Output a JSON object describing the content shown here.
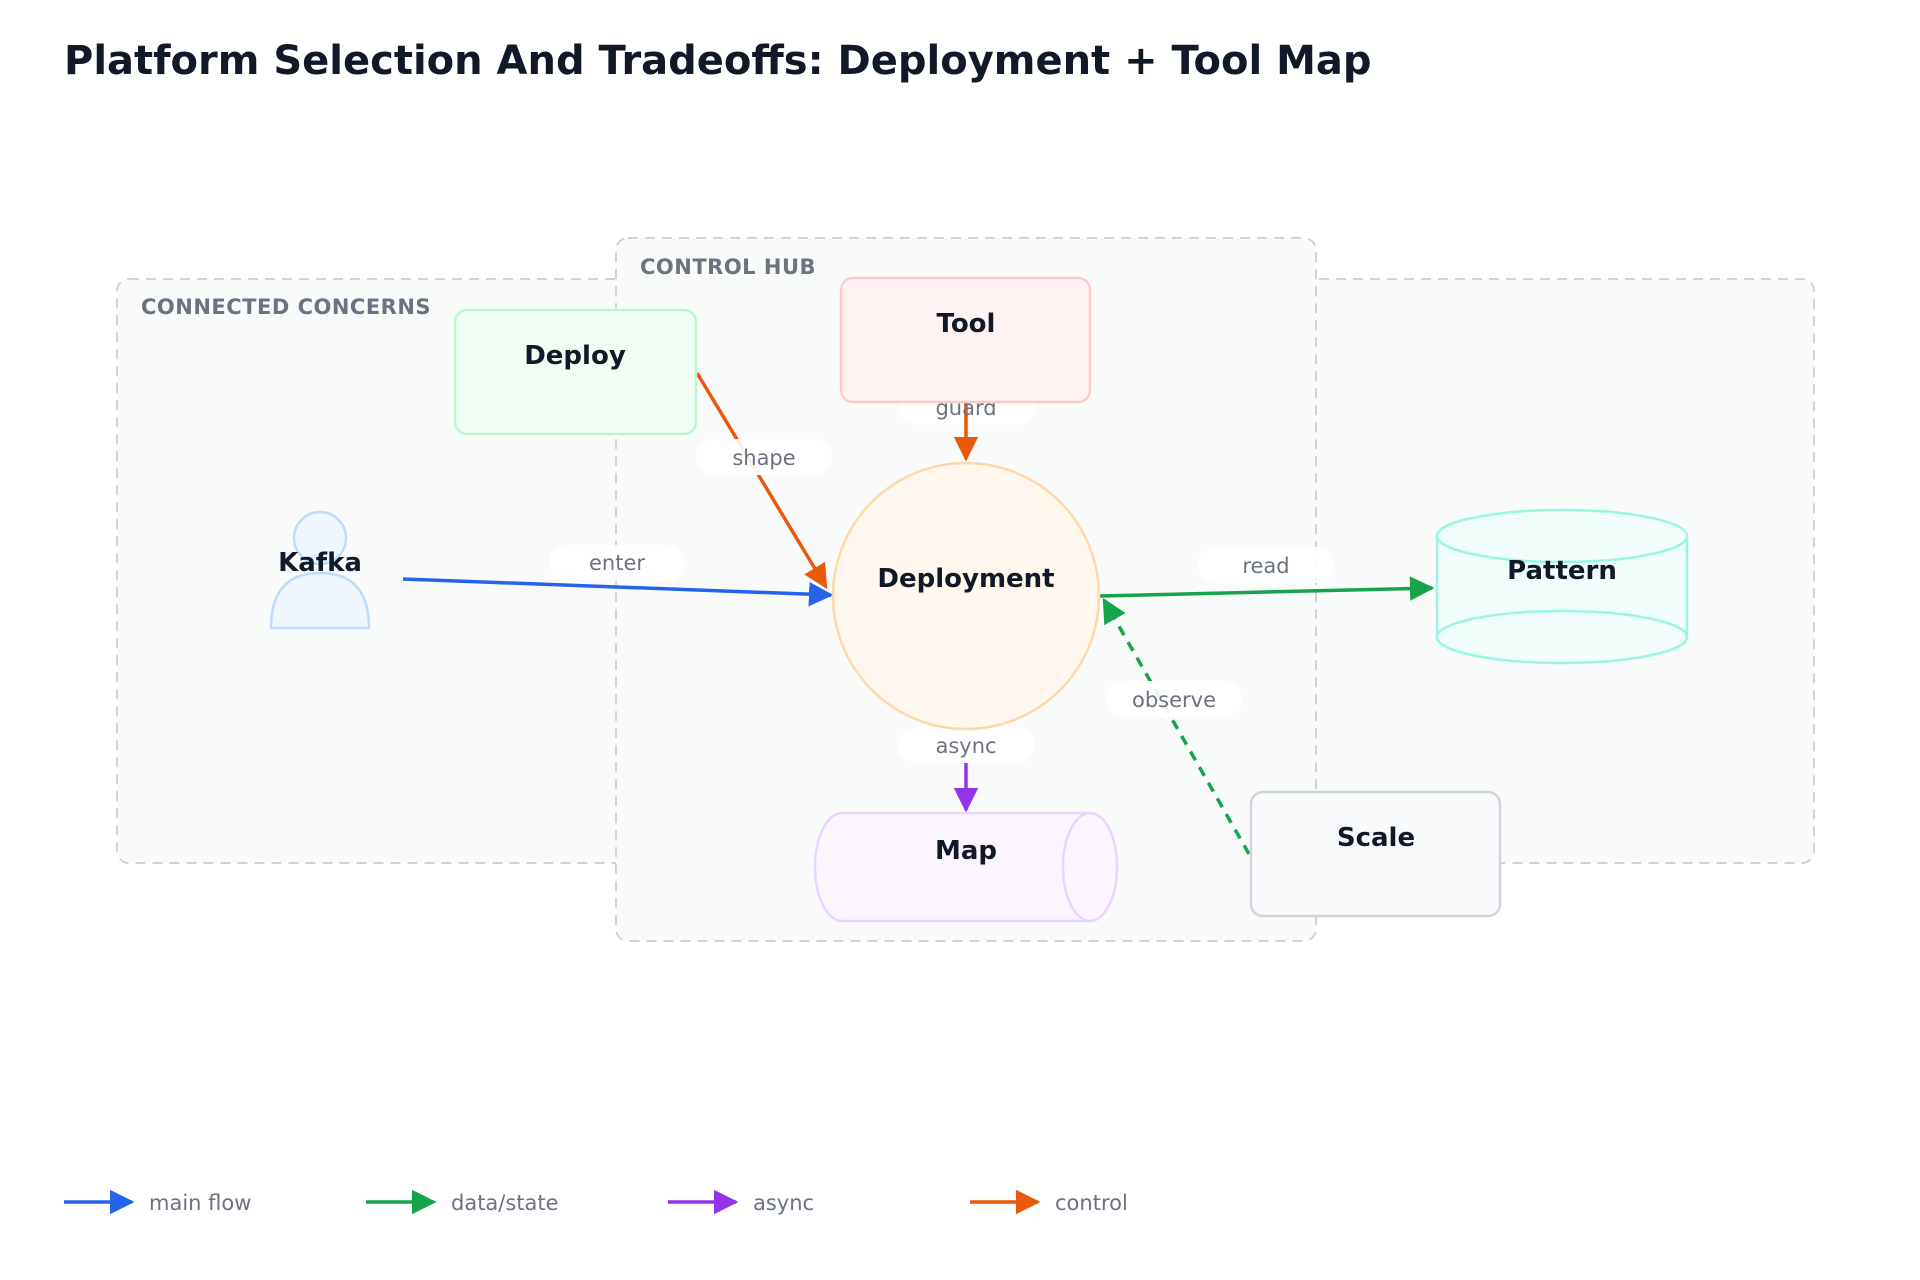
{
  "title": "Platform Selection And Tradeoffs: Deployment + Tool Map",
  "groups": {
    "connected": {
      "label": "CONNECTED CONCERNS"
    },
    "control": {
      "label": "CONTROL HUB"
    }
  },
  "nodes": {
    "kafka": {
      "label": "Kafka",
      "shape": "actor"
    },
    "deploy": {
      "label": "Deploy",
      "shape": "rounded-rect"
    },
    "tool": {
      "label": "Tool",
      "shape": "rounded-rect"
    },
    "deployment": {
      "label": "Deployment",
      "shape": "circle"
    },
    "pattern": {
      "label": "Pattern",
      "shape": "database"
    },
    "map": {
      "label": "Map",
      "shape": "queue"
    },
    "scale": {
      "label": "Scale",
      "shape": "rounded-rect"
    }
  },
  "edges": {
    "enter": {
      "label": "enter",
      "from": "Kafka",
      "to": "Deployment",
      "kind": "main flow"
    },
    "shape": {
      "label": "shape",
      "from": "Deploy",
      "to": "Deployment",
      "kind": "control"
    },
    "guard": {
      "label": "guard",
      "from": "Tool",
      "to": "Deployment",
      "kind": "control"
    },
    "read": {
      "label": "read",
      "from": "Deployment",
      "to": "Pattern",
      "kind": "data/state"
    },
    "observe": {
      "label": "observe",
      "from": "Scale",
      "to": "Deployment",
      "kind": "data/state",
      "style": "dashed"
    },
    "async": {
      "label": "async",
      "from": "Deployment",
      "to": "Map",
      "kind": "async"
    }
  },
  "legend": {
    "items": [
      {
        "label": "main flow",
        "color": "#2563eb"
      },
      {
        "label": "data/state",
        "color": "#16a34a"
      },
      {
        "label": "async",
        "color": "#9333ea"
      },
      {
        "label": "control",
        "color": "#ea580c"
      }
    ]
  },
  "colors": {
    "main_flow": "#2563eb",
    "data_state": "#16a34a",
    "async": "#9333ea",
    "control": "#ea580c"
  }
}
